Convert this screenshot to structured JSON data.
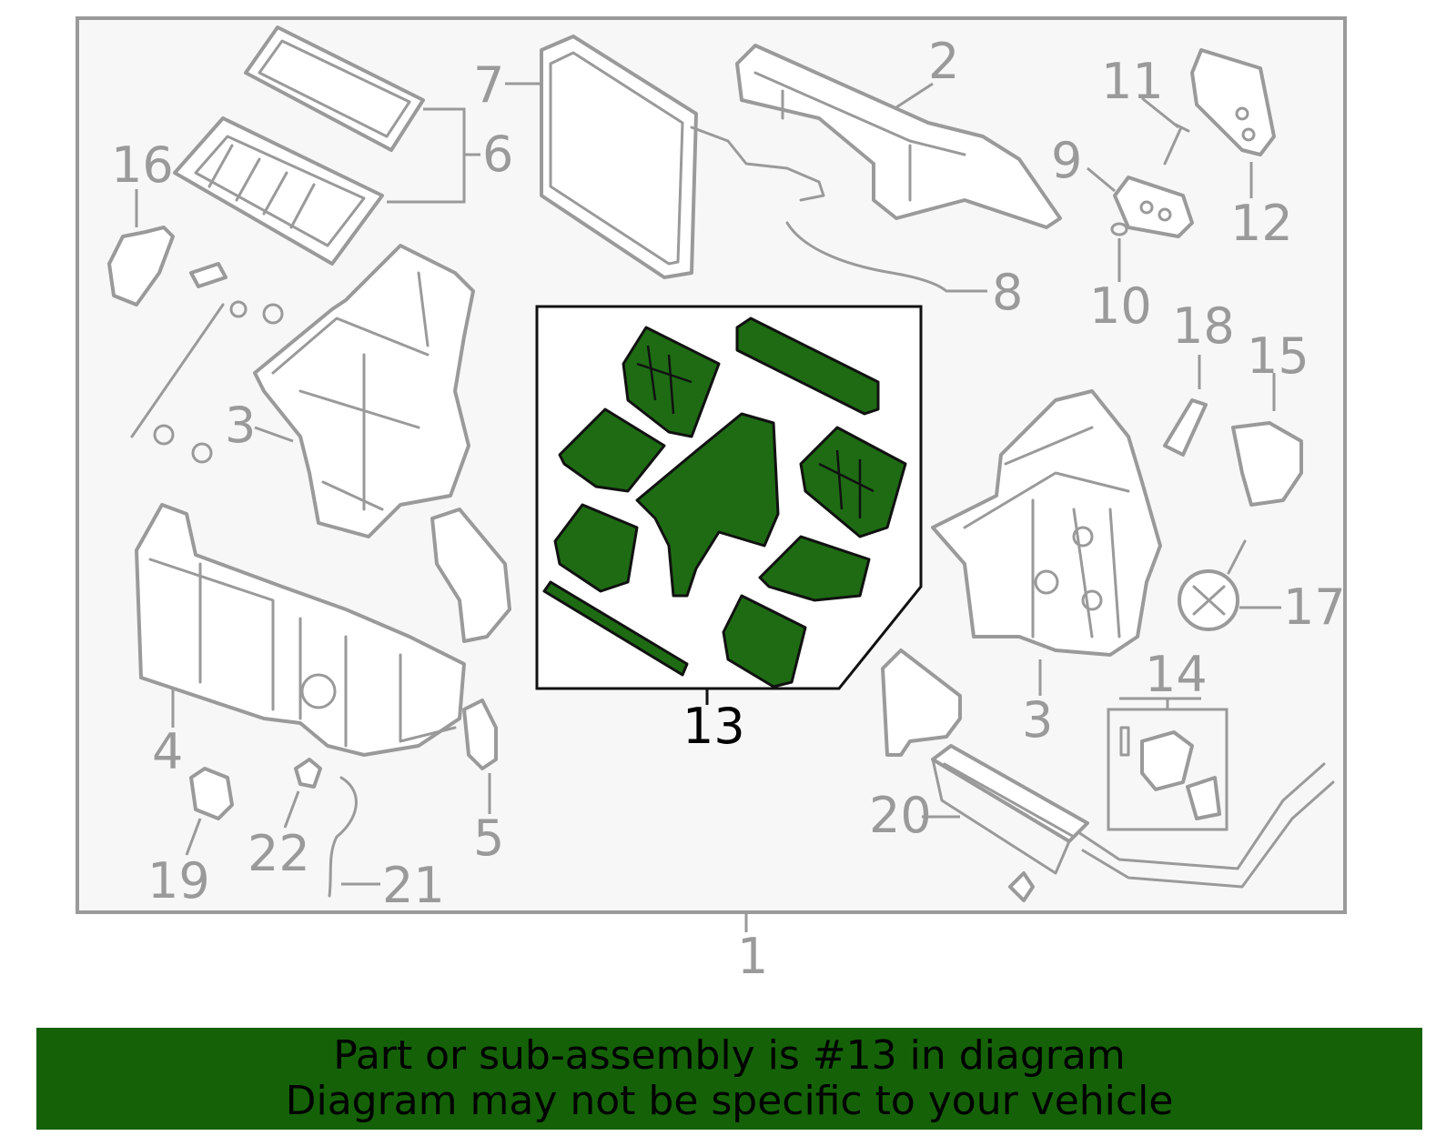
{
  "callouts": {
    "c1": "1",
    "c2": "2",
    "c3a": "3",
    "c3b": "3",
    "c4": "4",
    "c5": "5",
    "c6": "6",
    "c7": "7",
    "c8": "8",
    "c9": "9",
    "c10": "10",
    "c11": "11",
    "c12": "12",
    "c13": "13",
    "c14": "14",
    "c15": "15",
    "c16": "16",
    "c17": "17",
    "c18": "18",
    "c19": "19",
    "c20": "20",
    "c21": "21",
    "c22": "22"
  },
  "highlighted_callout": "13",
  "colors": {
    "highlight_fill": "#1e6b14",
    "banner_bg": "#156108",
    "outline": "#9a9a9a"
  },
  "banner": {
    "line1": "Part or sub-assembly is #13 in diagram",
    "line2": "Diagram may not be specific to your vehicle"
  }
}
